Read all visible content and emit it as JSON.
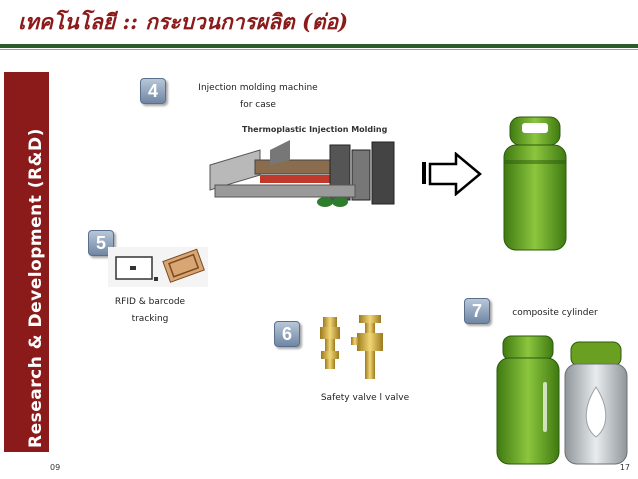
{
  "title": "เทคโนโลยี :: กระบวนการผลิต (ต่อ)",
  "sidebar": {
    "label": "Research & Development (R&D)"
  },
  "footer": {
    "left": "09",
    "right": "17"
  },
  "steps": [
    {
      "number": "4",
      "label_line1": "Injection molding machine",
      "label_line2": "for case"
    },
    {
      "number": "5",
      "label_line1": "RFID & barcode",
      "label_line2": "tracking"
    },
    {
      "number": "6",
      "label_line1": "Safety valve l valve"
    },
    {
      "number": "7",
      "label_line1": "composite cylinder"
    }
  ],
  "machine_diagram": {
    "heading": "Thermoplastic Injection Molding"
  },
  "colors": {
    "accent": "#8b1a1a",
    "rule": "#2a5d2a",
    "badge": "#6f86a3",
    "cylinder_green": "#6aa021"
  }
}
